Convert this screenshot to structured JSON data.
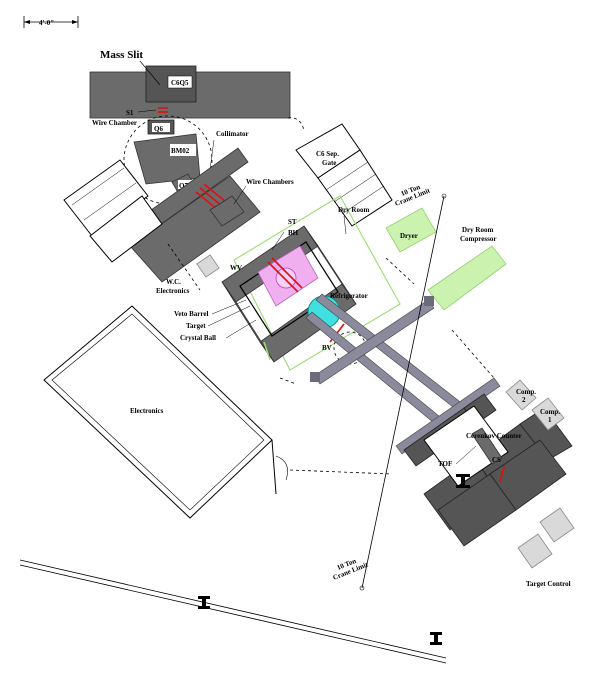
{
  "scale_label": "4'-0\"",
  "labels": {
    "mass_slit": "Mass Slit",
    "c6q5": "C6Q5",
    "s1": "S1",
    "wire_chamber": "Wire Chamber",
    "q6": "Q6",
    "collimator": "Collimator",
    "bm02": "BM02",
    "q7": "Q7",
    "c6_gate_1": "C6 Sep.",
    "c6_gate_2": "Gate",
    "wire_chambers": "Wire Chambers",
    "crane_top_1": "10 Ton",
    "crane_top_2": "Crane Limit",
    "dry_room": "Dry Room",
    "dryer": "Dryer",
    "dry_room_compressor_1": "Dry Room",
    "dry_room_compressor_2": "Compressor",
    "st": "ST",
    "bh": "BH",
    "wv": "WV",
    "wc_electronics_1": "W.C.",
    "wc_electronics_2": "Electronics",
    "refrigerator": "Refrigerator",
    "veto_barrel": "Veto Barrel",
    "target": "Target",
    "crystal_ball": "Crystal Ball",
    "bv": "BV",
    "electronics": "Electronics",
    "comp2_1": "Comp.",
    "comp2_2": "2",
    "comp1_1": "Comp.",
    "comp1_2": "1",
    "cerenkov": "Cerenkov Counter",
    "tof": "TOF",
    "cs": "CS",
    "target_control": "Target Control",
    "crane_bottom_1": "10 Ton",
    "crane_bottom_2": "Crane Limit"
  },
  "colors": {
    "magnet": "#6b6b6b",
    "highlight": "#e01010",
    "dry_room_equipment": "#ccf2b0",
    "crystal_ball_target": "#f0b0f0",
    "refrigerator": "#40e0e0"
  }
}
